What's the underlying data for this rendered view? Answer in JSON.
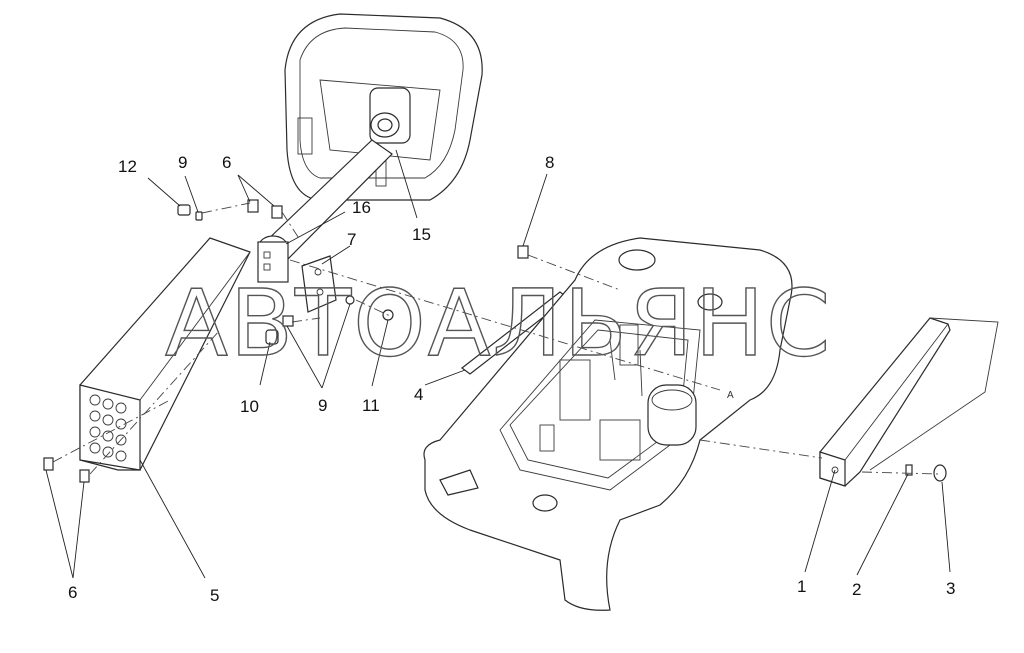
{
  "watermark": "АВТОАЛЬЯНС",
  "marker_a": "A",
  "callouts": {
    "c1": "1",
    "c2": "2",
    "c3": "3",
    "c4": "4",
    "c5": "5",
    "c6a": "6",
    "c6b": "6",
    "c7": "7",
    "c8": "8",
    "c9a": "9",
    "c9b": "9",
    "c10": "10",
    "c11": "11",
    "c12": "12",
    "c15": "15",
    "c16": "16"
  }
}
